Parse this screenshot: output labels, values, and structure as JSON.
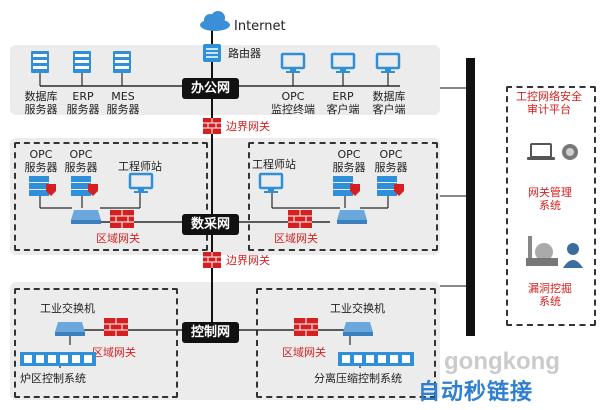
{
  "internet": {
    "label": "Internet",
    "router_label": "路由器"
  },
  "office": {
    "badge": "办公网",
    "devices": [
      {
        "line1": "数据库",
        "line2": "服务器"
      },
      {
        "line1": "ERP",
        "line2": "服务器"
      },
      {
        "line1": "MES",
        "line2": "服务器"
      },
      {
        "line1": "OPC",
        "line2": "监控终端"
      },
      {
        "line1": "ERP",
        "line2": "客户端"
      },
      {
        "line1": "数据库",
        "line2": "客户端"
      }
    ]
  },
  "gateway1": "边界网关",
  "collection": {
    "badge": "数采网",
    "left": [
      {
        "line1": "OPC",
        "line2": "服务器"
      },
      {
        "line1": "OPC",
        "line2": "服务器"
      },
      {
        "line1": "工程师站",
        "line2": ""
      }
    ],
    "left_gateway": "区域网关",
    "right": [
      {
        "line1": "工程师站",
        "line2": ""
      },
      {
        "line1": "OPC",
        "line2": "服务器"
      },
      {
        "line1": "OPC",
        "line2": "服务器"
      }
    ],
    "right_gateway": "区域网关"
  },
  "gateway2": "边界网关",
  "control": {
    "badge": "控制网",
    "left_switch": "工业交换机",
    "left_gateway": "区域网关",
    "left_system": "炉区控制系统",
    "right_gateway": "区域网关",
    "right_switch": "工业交换机",
    "right_system": "分离压缩控制系统"
  },
  "audit": {
    "title_line1": "工控网络安全",
    "title_line2": "审计平台",
    "gw_mgmt_line1": "网关管理",
    "gw_mgmt_line2": "系统",
    "vuln_line1": "漏洞挖掘",
    "vuln_line2": "系统"
  },
  "watermark": {
    "top": "gongkong",
    "bottom": "自动秒链接"
  },
  "colors": {
    "accent_red": "#d42020",
    "badge_bg": "#111111",
    "server_blue": "#2f8fd8",
    "zone_gray": "#ececec"
  }
}
